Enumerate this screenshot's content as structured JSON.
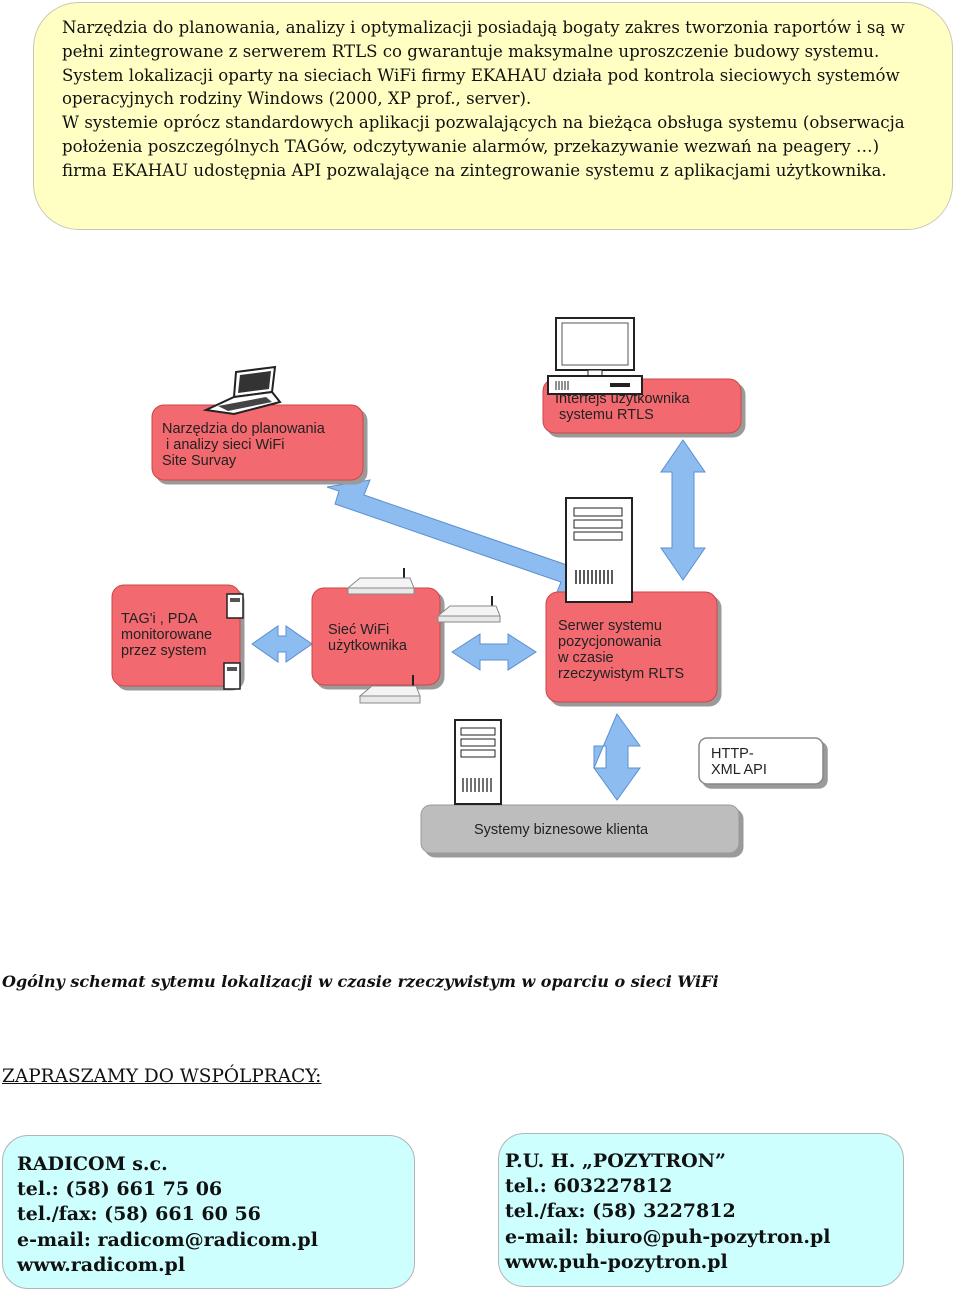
{
  "intro": {
    "lines": [
      "Narzędzia do  planowania, analizy i  optymalizacji posiadają bogaty zakres tworzonia raportów i są w",
      "pełni zintegrowane z serwerem RTLS co gwarantuje maksymalne uproszczenie budowy systemu.",
      "System lokalizacji oparty na sieciach WiFi firmy  EKAHAU działa pod kontrola sieciowych systemów",
      "operacyjnych  rodziny Windows (2000, XP prof., server).",
      "W systemie  oprócz standardowych aplikacji pozwalających na bieżąca obsługa systemu (obserwacja",
      "położenia poszczególnych TAGów, odczytywanie alarmów, przekazywanie wezwań na peagery …)",
      "firma EKAHAU udostępnia  API pozwalające na  zintegrowanie systemu z aplikacjami użytkownika."
    ]
  },
  "diagram": {
    "planning_box": [
      "Narzędzia do planowania",
      " i analizy sieci WiFi",
      "Site Survay"
    ],
    "interface_box": [
      "Interfejs użytkownika",
      " systemu RTLS"
    ],
    "tags_box": [
      "TAG'i , PDA",
      "monitorowane",
      "przez system"
    ],
    "wifi_box": [
      "Sieć WiFi",
      "użytkownika"
    ],
    "server_box": [
      "Serwer systemu",
      "pozycjonowania",
      "w czasie",
      "rzeczywistym RLTS"
    ],
    "api_box": [
      "HTTP-",
      "XML API"
    ],
    "business_box": "Systemy biznesowe klienta",
    "colors": {
      "red_box": "#f26b6f",
      "arrow": "#8cbcf0",
      "gray_box": "#bdbdbd"
    }
  },
  "caption": "Ogólny schemat sytemu lokalizacji  w czasie rzeczywistym w oparciu o sieci WiFi",
  "invite": "ZAPRASZAMY DO WSPÓLPRACY:",
  "contact1": {
    "name": "RADICOM s.c.",
    "tel_label": "tel.:",
    "tel": "(58) 661 75 06",
    "fax_label": "tel./fax:",
    "fax": "(58) 661 60 56",
    "email_label": "e-mail:",
    "email": "radicom@radicom.pl",
    "www": "www.radicom.pl"
  },
  "contact2": {
    "name": "P.U. H. „POZYTRON”",
    "tel_label": "tel.:",
    "tel": "603227812",
    "fax_label": "tel./fax:",
    "fax": "(58) 3227812",
    "email_label": "e-mail:",
    "email": "biuro@puh-pozytron.pl",
    "www": "www.puh-pozytron.pl"
  }
}
